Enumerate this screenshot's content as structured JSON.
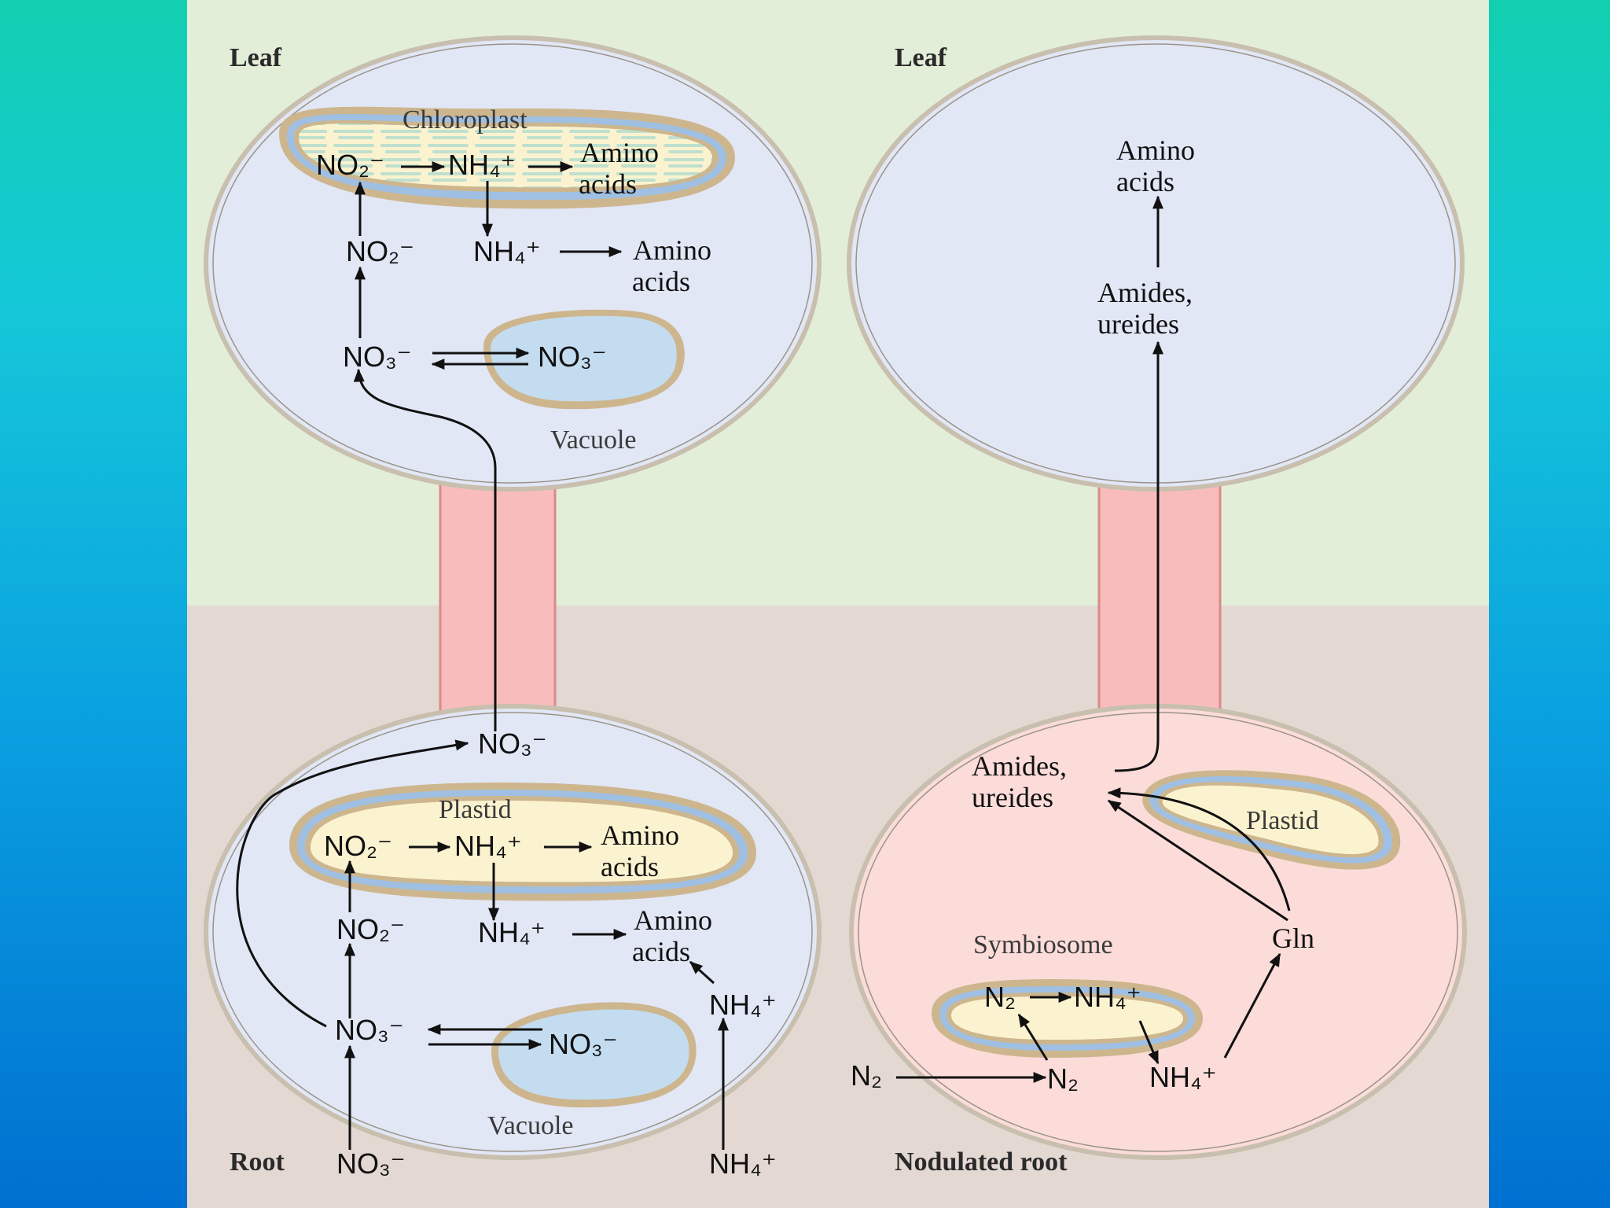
{
  "colors": {
    "leaf_bg": "#e3eed8",
    "soil_bg": "#e4d8d2",
    "cell_fill": "#e2e7f6",
    "nodule_fill": "#fbdcd9",
    "plastid_fill": "#fbf3cf",
    "vacuole_fill": "#c4dcf0",
    "vessel_fill": "#f9bcbc",
    "membrane_blue": "#9fc0e3",
    "membrane_tan": "#cdb68e"
  },
  "labels": {
    "leaf_left": "Leaf",
    "leaf_right": "Leaf",
    "root": "Root",
    "nodulated_root": "Nodulated root"
  },
  "left_leaf": {
    "chloroplast": "Chloroplast",
    "no2_chl": "NO₂⁻",
    "nh4_chl": "NH₄⁺",
    "amino_chl_1": "Amino",
    "amino_chl_2": "acids",
    "no2_cyto": "NO₂⁻",
    "nh4_cyto": "NH₄⁺",
    "amino_cyto_1": "Amino",
    "amino_cyto_2": "acids",
    "no3_cyto": "NO₃⁻",
    "no3_vac": "NO₃⁻",
    "vacuole": "Vacuole"
  },
  "right_leaf": {
    "amino_1": "Amino",
    "amino_2": "acids",
    "amides_1": "Amides,",
    "amides_2": "ureides"
  },
  "left_root": {
    "no3_top": "NO₃⁻",
    "plastid": "Plastid",
    "no2_pl": "NO₂⁻",
    "nh4_pl": "NH₄⁺",
    "amino_pl_1": "Amino",
    "amino_pl_2": "acids",
    "no2_cyto": "NO₂⁻",
    "nh4_cyto": "NH₄⁺",
    "amino_cyto_1": "Amino",
    "amino_cyto_2": "acids",
    "nh4_right": "NH₄⁺",
    "no3_cyto": "NO₃⁻",
    "no3_vac": "NO₃⁻",
    "vacuole": "Vacuole",
    "no3_soil": "NO₃⁻",
    "nh4_soil": "NH₄⁺"
  },
  "nodule": {
    "amides_1": "Amides,",
    "amides_2": "ureides",
    "plastid": "Plastid",
    "gln": "Gln",
    "symbiosome": "Symbiosome",
    "n2_sym": "N₂",
    "nh4_sym": "NH₄⁺",
    "n2_outside": "N₂",
    "n2_cyto": "N₂",
    "nh4_cyto": "NH₄⁺"
  }
}
